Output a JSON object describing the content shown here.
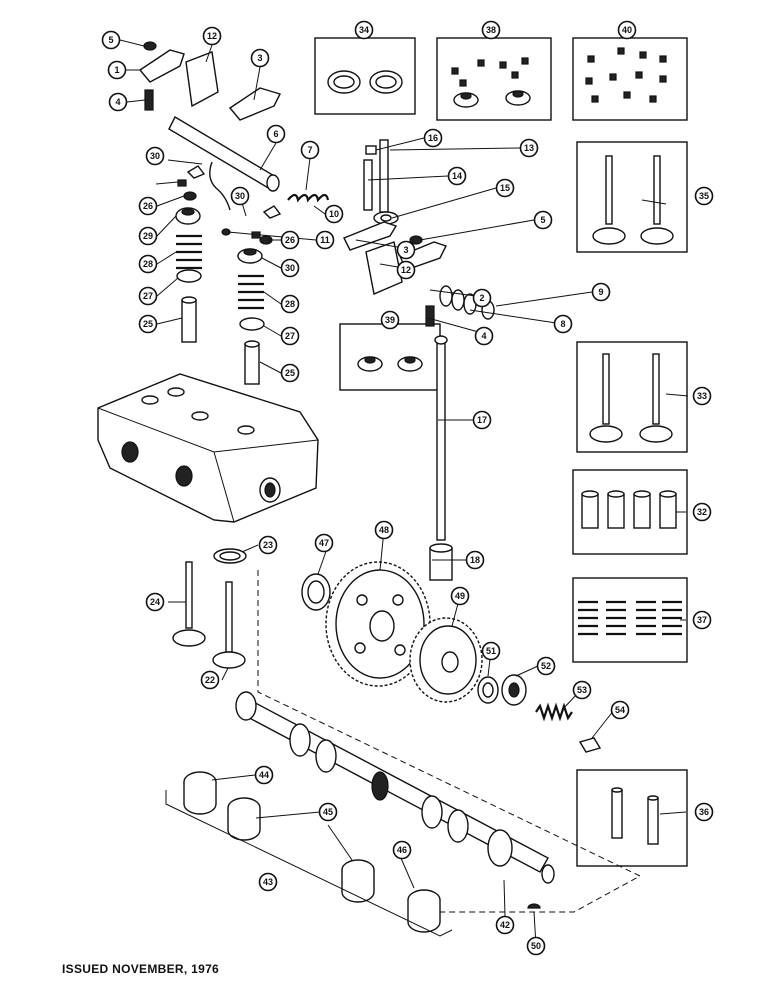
{
  "footer": {
    "issued": "ISSUED NOVEMBER, 1976"
  },
  "callouts": {
    "c1": "1",
    "c2": "2",
    "c3": "3",
    "c3b": "3",
    "c4": "4",
    "c4b": "4",
    "c5": "5",
    "c5b": "5",
    "c6": "6",
    "c7": "7",
    "c8": "8",
    "c9": "9",
    "c10": "10",
    "c11": "11",
    "c12": "12",
    "c12b": "12",
    "c13": "13",
    "c14": "14",
    "c15": "15",
    "c16": "16",
    "c17": "17",
    "c18": "18",
    "c22": "22",
    "c23": "23",
    "c24": "24",
    "c25": "25",
    "c25b": "25",
    "c26": "26",
    "c26b": "26",
    "c27": "27",
    "c27b": "27",
    "c28": "28",
    "c28b": "28",
    "c29": "29",
    "c30": "30",
    "c30b": "30",
    "c30c": "30",
    "c32": "32",
    "c33": "33",
    "c34": "34",
    "c35": "35",
    "c36": "36",
    "c37": "37",
    "c38": "38",
    "c39": "39",
    "c40": "40",
    "c42": "42",
    "c43": "43",
    "c44": "44",
    "c45": "45",
    "c46": "46",
    "c47": "47",
    "c48": "48",
    "c49": "49",
    "c50": "50",
    "c51": "51",
    "c52": "52",
    "c53": "53",
    "c54": "54"
  }
}
